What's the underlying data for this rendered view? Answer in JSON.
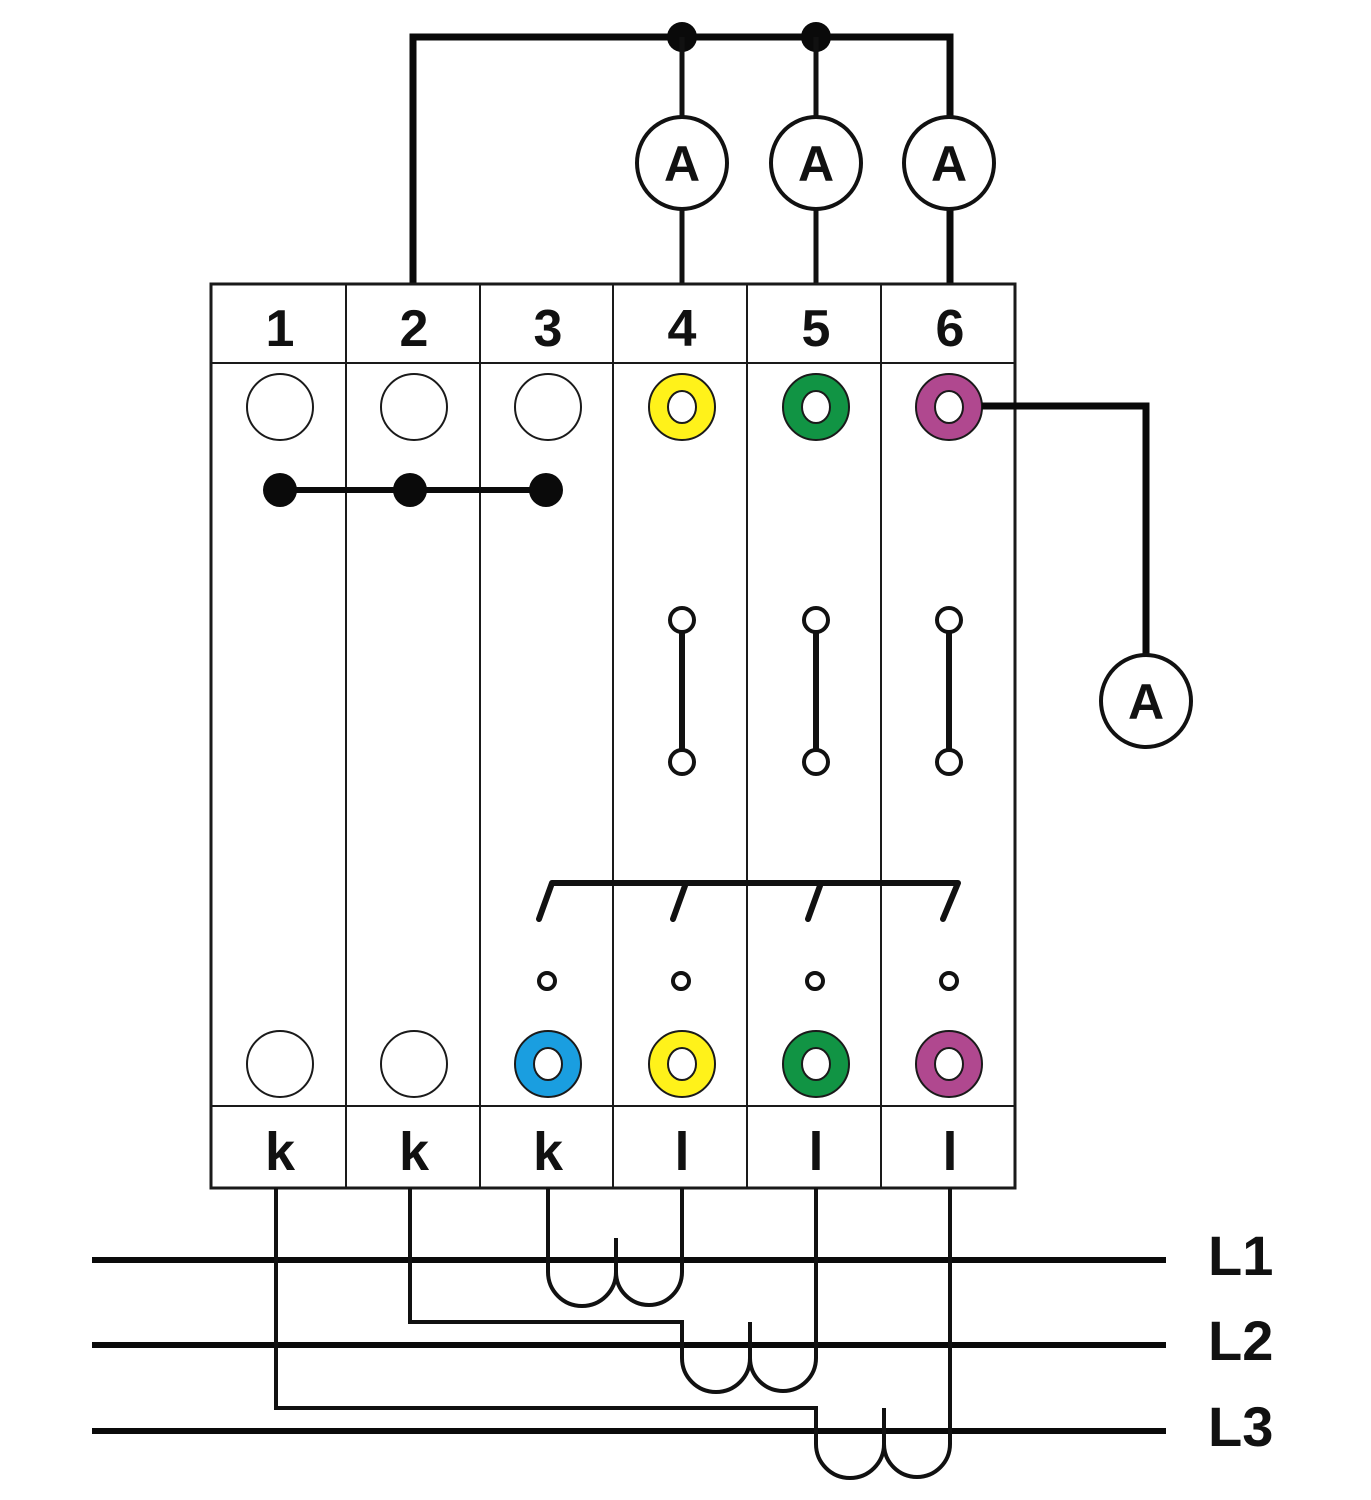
{
  "diagram": {
    "title": "Current transformer test terminal block wiring",
    "terminals": [
      {
        "number": "1",
        "bottom_label": "k",
        "top_socket_color": "#ffffff",
        "bottom_socket_color": "#ffffff"
      },
      {
        "number": "2",
        "bottom_label": "k",
        "top_socket_color": "#ffffff",
        "bottom_socket_color": "#ffffff"
      },
      {
        "number": "3",
        "bottom_label": "k",
        "top_socket_color": "#ffffff",
        "bottom_socket_color": "#1a9ee0"
      },
      {
        "number": "4",
        "bottom_label": "l",
        "top_socket_color": "#fff21a",
        "bottom_socket_color": "#fff21a"
      },
      {
        "number": "5",
        "bottom_label": "l",
        "top_socket_color": "#119444",
        "bottom_socket_color": "#119444"
      },
      {
        "number": "6",
        "bottom_label": "l",
        "top_socket_color": "#b0488f",
        "bottom_socket_color": "#b0488f"
      }
    ],
    "ammeters": [
      {
        "label": "A",
        "connected_to": "4"
      },
      {
        "label": "A",
        "connected_to": "5"
      },
      {
        "label": "A",
        "connected_to": "6"
      },
      {
        "label": "A",
        "connected_to": "6 (test socket)"
      }
    ],
    "phases": [
      {
        "label": "L1",
        "ct_terminals": [
          "3",
          "4"
        ]
      },
      {
        "label": "L2",
        "ct_terminals": [
          "2",
          "5"
        ]
      },
      {
        "label": "L3",
        "ct_terminals": [
          "1",
          "6"
        ]
      }
    ],
    "bridge_terminals": [
      "1",
      "2",
      "3"
    ],
    "disconnect_links_terminals": [
      "4",
      "5",
      "6"
    ],
    "shorting_switch_terminals": [
      "3",
      "4",
      "5",
      "6"
    ]
  }
}
